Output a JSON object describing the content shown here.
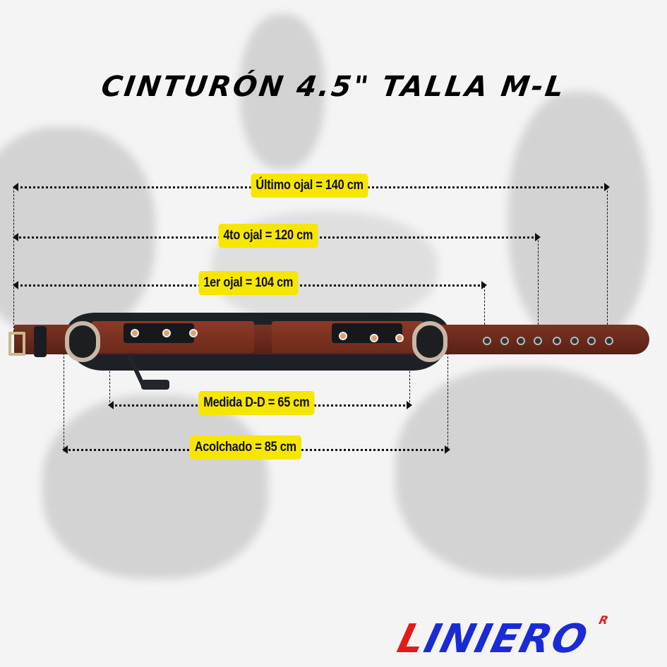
{
  "title": "CINTURÓN 4.5\" TALLA M-L",
  "measurements": [
    {
      "id": "ultimo-ojal",
      "label": "Último ojal = 140 cm"
    },
    {
      "id": "4to-ojal",
      "label": "4to ojal = 120 cm"
    },
    {
      "id": "1er-ojal",
      "label": "1er ojal = 104 cm"
    },
    {
      "id": "medida-d-d",
      "label": "Medida D-D = 65 cm"
    },
    {
      "id": "acolchado",
      "label": "Acolchado = 85 cm"
    }
  ],
  "brand": {
    "first_letter": "L",
    "rest": "INIERO",
    "registered": "R"
  },
  "colors": {
    "label_bg": "#f7e600",
    "brand_blue": "#1a2bd6",
    "brand_red": "#e21b1b"
  }
}
